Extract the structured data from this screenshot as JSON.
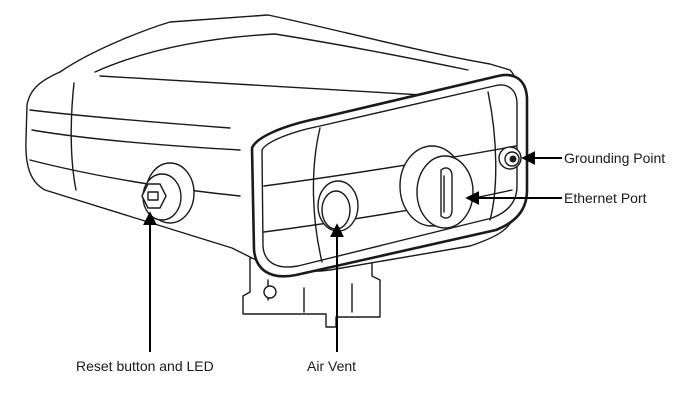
{
  "callouts": {
    "grounding_point": "Grounding Point",
    "ethernet_port": "Ethernet Port",
    "reset_button_led": "Reset button and LED",
    "air_vent": "Air Vent"
  }
}
